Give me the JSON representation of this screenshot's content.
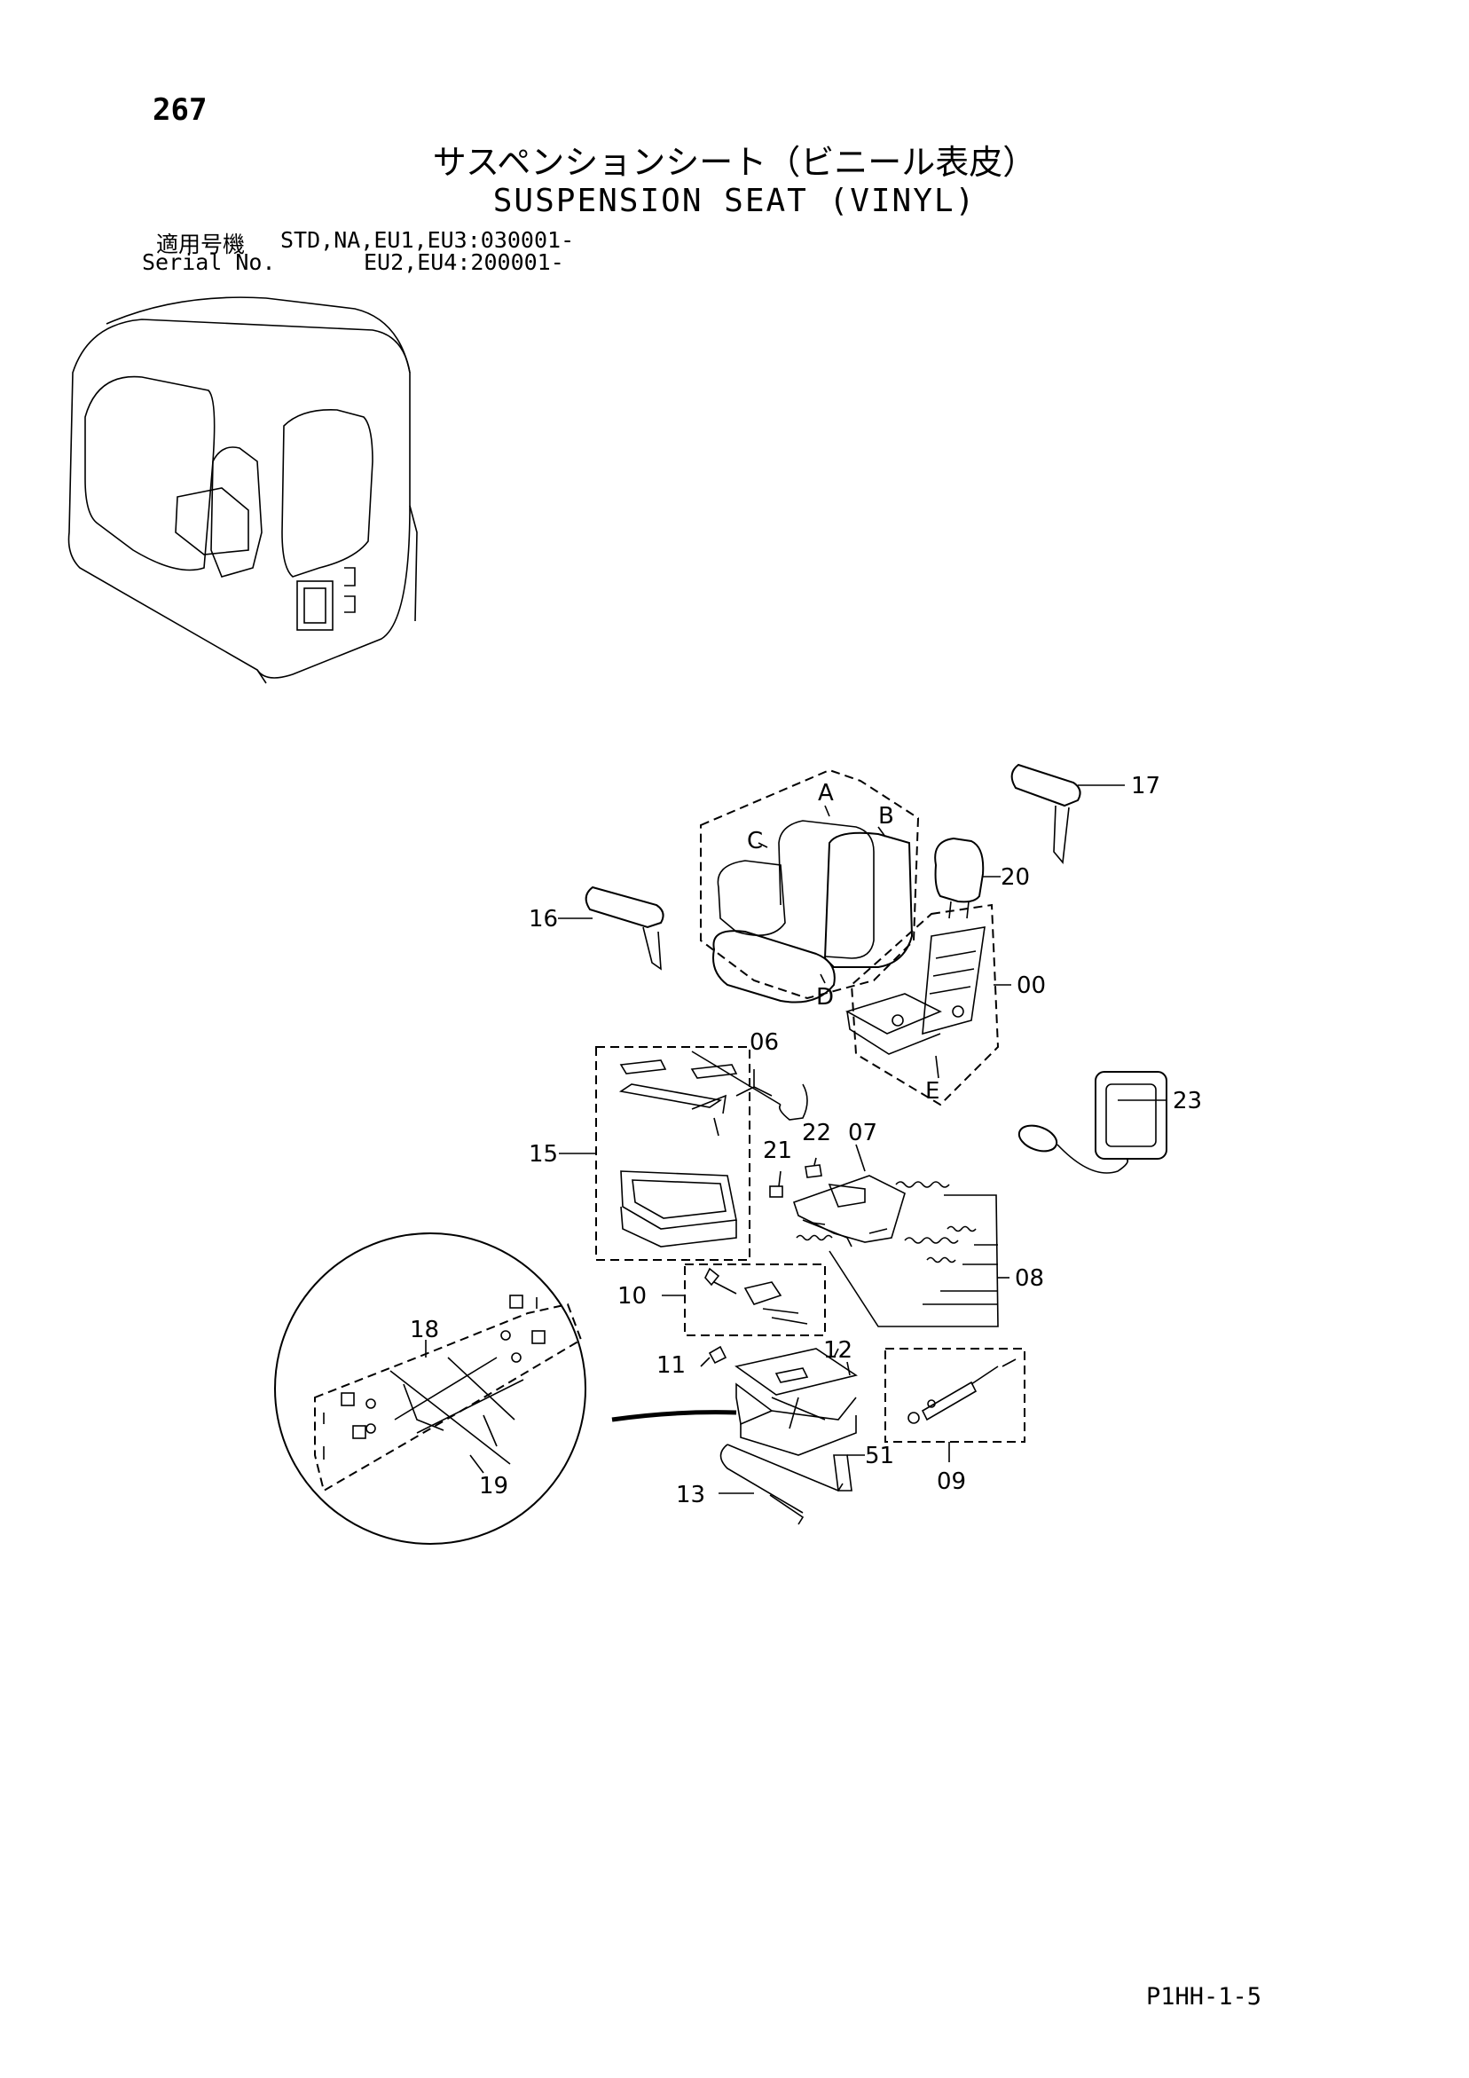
{
  "page_number": "267",
  "title_jp": "サスペンションシート（ビニール表皮）",
  "title_en": "SUSPENSION SEAT (VINYL)",
  "serial": {
    "label_jp": "適用号機",
    "label_en": "Serial No.",
    "line1": "STD,NA,EU1,EU3:030001-",
    "line2": "EU2,EU4:200001-"
  },
  "callouts": {
    "p00": "00",
    "p06": "06",
    "p07": "07",
    "p08": "08",
    "p09": "09",
    "p10": "10",
    "p11": "11",
    "p12": "12",
    "p13": "13",
    "p15": "15",
    "p16": "16",
    "p17": "17",
    "p18": "18",
    "p19": "19",
    "p20": "20",
    "p21": "21",
    "p22": "22",
    "p23": "23",
    "p51": "51",
    "A": "A",
    "B": "B",
    "C": "C",
    "D": "D",
    "E": "E"
  },
  "doc_code": "P1HH-1-5"
}
